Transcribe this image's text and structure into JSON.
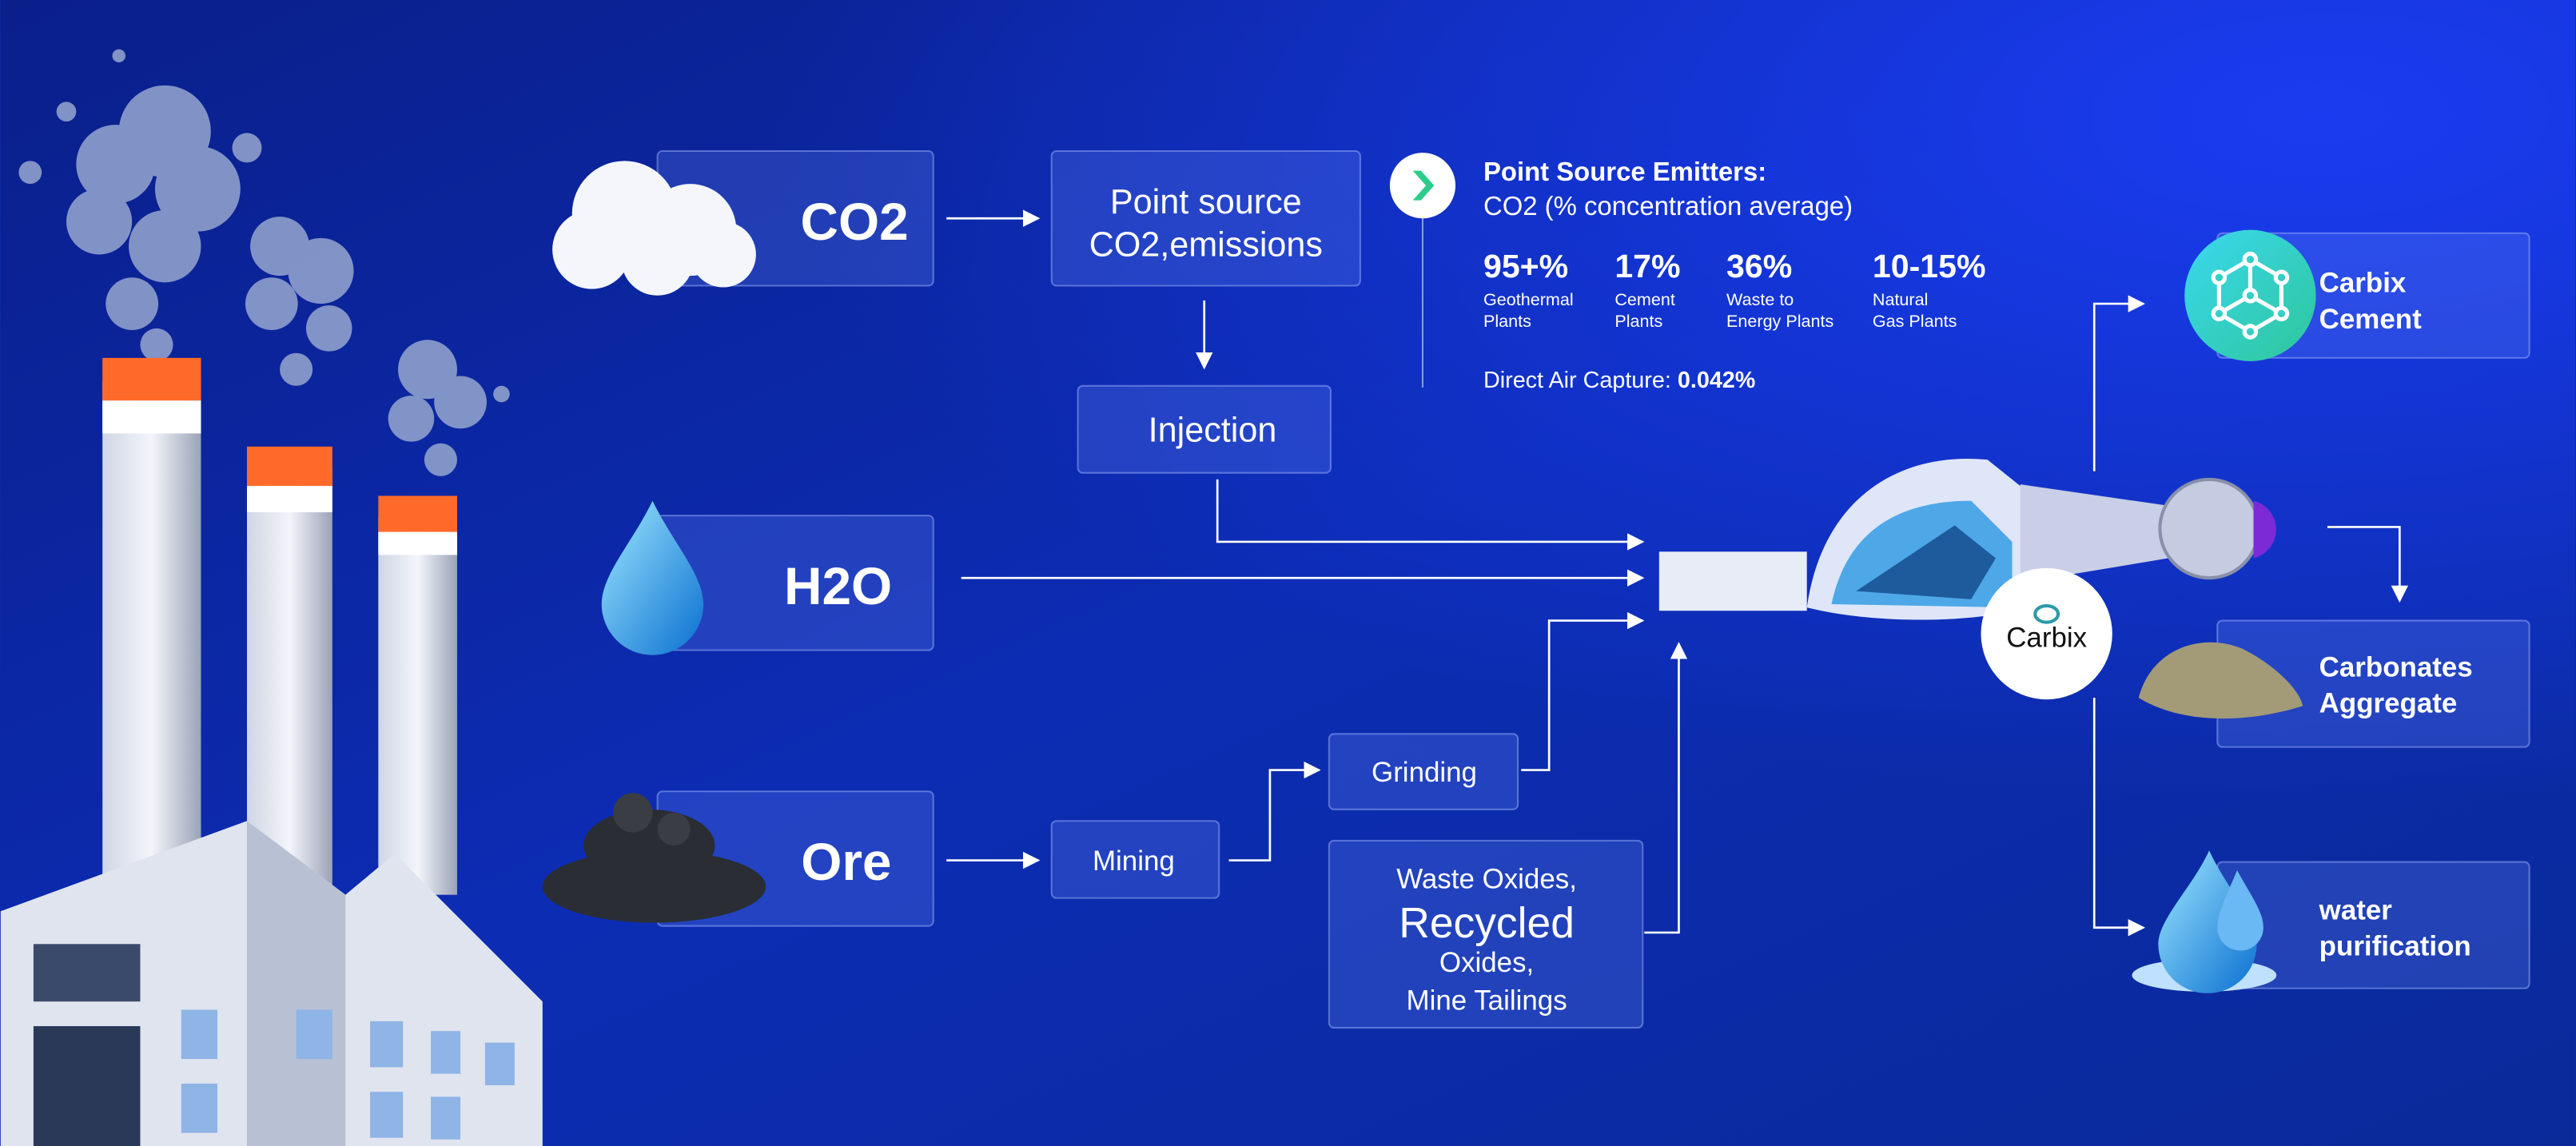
{
  "inputs": {
    "co2": "CO2",
    "h2o": "H2O",
    "ore": "Ore"
  },
  "process": {
    "point_source_line1": "Point source",
    "point_source_line2": "CO2,emissions",
    "injection": "Injection",
    "mining": "Mining",
    "grinding": "Grinding",
    "waste_line1": "Waste Oxides,",
    "waste_line2": "Recycled",
    "waste_line3": "Oxides,",
    "waste_line4": "Mine Tailings"
  },
  "info": {
    "title": "Point Source Emitters:",
    "subtitle": "CO2 (% concentration average)",
    "stats": [
      {
        "value": "95+%",
        "label1": "Geothermal",
        "label2": "Plants"
      },
      {
        "value": "17%",
        "label1": "Cement",
        "label2": "Plants"
      },
      {
        "value": "36%",
        "label1": "Waste to",
        "label2": "Energy Plants"
      },
      {
        "value": "10-15%",
        "label1": "Natural",
        "label2": "Gas Plants"
      }
    ],
    "dac_label": "Direct Air Capture:",
    "dac_value": "0.042%"
  },
  "reactor": {
    "logo": "Carbix"
  },
  "outputs": {
    "cement_line1": "Carbix",
    "cement_line2": "Cement",
    "carbonates_line1": "Carbonates",
    "carbonates_line2": "Aggregate",
    "water_line1": "water",
    "water_line2": "purification"
  },
  "colors": {
    "accent_green": "#2ecc8a",
    "background": "#0b2aa8"
  }
}
